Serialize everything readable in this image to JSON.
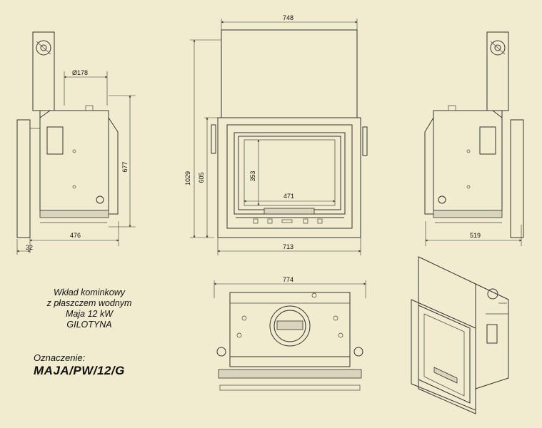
{
  "description": {
    "line1": "Wkład kominkowy",
    "line2": "z płaszczem wodnym",
    "line3": "Maja 12 kW",
    "line4": "GILOTYNA"
  },
  "designation": {
    "label": "Oznaczenie:",
    "code": "MAJA/PW/12/G"
  },
  "dimensions": {
    "front_width_top": "748",
    "front_width_bottom": "713",
    "front_height_total": "1029",
    "front_height_body": "605",
    "glass_height": "353",
    "glass_width": "471",
    "flue_diameter": "Ø178",
    "side_left_height": "677",
    "side_left_depth": "476",
    "side_left_offset": "32",
    "side_right_depth": "519",
    "top_width": "774"
  }
}
